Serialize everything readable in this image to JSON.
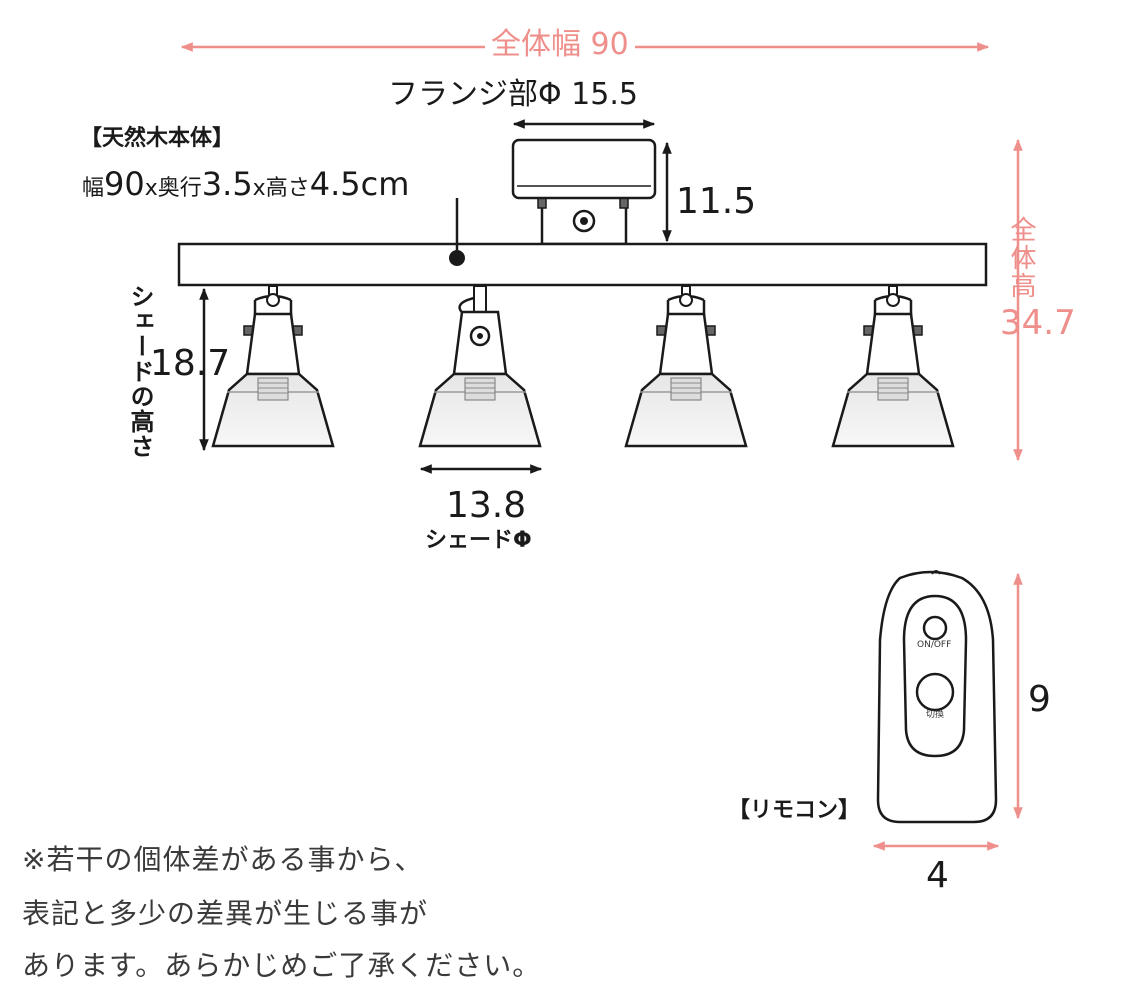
{
  "colors": {
    "accent_pink": "#ef8f8b",
    "line_dark": "#1a1a1a",
    "body_gray": "#5a5a5a"
  },
  "total_width": "全体幅 90",
  "flange": {
    "label": "フランジ部Φ 15.5",
    "height": "11.5"
  },
  "wood_body": {
    "title": "【天然木本体】",
    "w_prefix": "幅",
    "w": "90",
    "x1": "x",
    "d_prefix": "奥行",
    "d": "3.5",
    "x2": "x",
    "h_prefix": "高さ",
    "h": "4.5",
    "unit": "cm"
  },
  "total_height": {
    "caption": "全体高",
    "value": "34.7"
  },
  "shade_height": {
    "caption": "シェードの高さ",
    "value": "18.7"
  },
  "shade_diameter": {
    "value": "13.8",
    "caption": "シェードΦ"
  },
  "remote": {
    "title": "【リモコン】",
    "on_off": "ON/OFF",
    "switch": "切換",
    "height": "9",
    "width": "4"
  },
  "note": {
    "line1": "※若干の個体差がある事から、",
    "line2": "表記と多少の差異が生じる事が",
    "line3": "あります。あらかじめご了承ください。"
  }
}
